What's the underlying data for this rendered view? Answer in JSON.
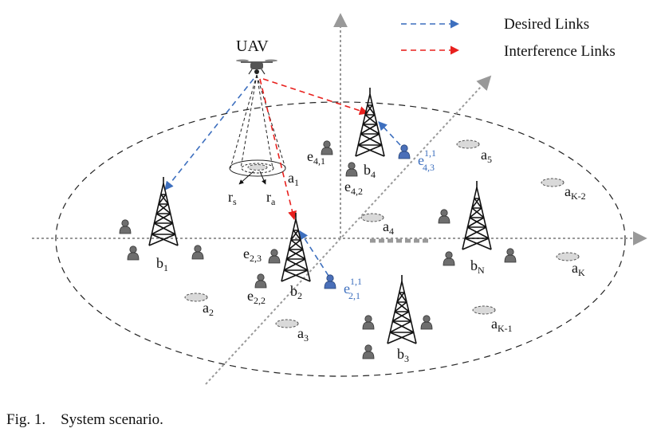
{
  "legend": {
    "desired": "Desired Links",
    "interference": "Interference Links"
  },
  "colors": {
    "desired": "#3d6fbe",
    "interference": "#e8201d",
    "axis": "#999999",
    "user": "#6e6e6e",
    "user_highlight": "#4a6fb8",
    "area": "#d9d9d9"
  },
  "uav_label": "UAV",
  "radius_labels": {
    "r_s": "s",
    "r_a": "a",
    "r": "r"
  },
  "towers": [
    {
      "base": "b",
      "sub": "1"
    },
    {
      "base": "b",
      "sub": "2"
    },
    {
      "base": "b",
      "sub": "3"
    },
    {
      "base": "b",
      "sub": "4"
    },
    {
      "base": "b",
      "sub": "N"
    }
  ],
  "areas": [
    {
      "base": "a",
      "sub": "1"
    },
    {
      "base": "a",
      "sub": "2"
    },
    {
      "base": "a",
      "sub": "3"
    },
    {
      "base": "a",
      "sub": "4"
    },
    {
      "base": "a",
      "sub": "5"
    },
    {
      "base": "a",
      "sub": "K-2"
    },
    {
      "base": "a",
      "sub": "K"
    },
    {
      "base": "a",
      "sub": "K-1"
    }
  ],
  "users": [
    {
      "base": "e",
      "sub": "4,1"
    },
    {
      "base": "e",
      "sub": "4,2"
    },
    {
      "base": "e",
      "sub": "2,3"
    },
    {
      "base": "e",
      "sub": "2,2"
    }
  ],
  "special_users": [
    {
      "base": "e",
      "sup": "1,1",
      "sub": "4,3"
    },
    {
      "base": "e",
      "sup": "1,1",
      "sub": "2,1"
    }
  ],
  "caption": "Fig. 1.    System scenario."
}
